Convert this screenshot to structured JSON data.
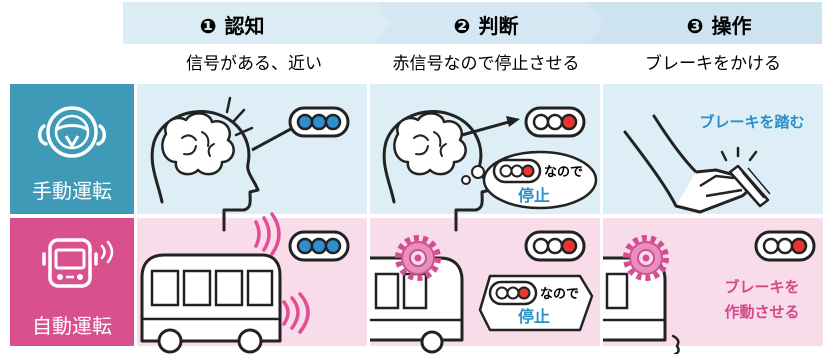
{
  "steps": [
    {
      "num": "❶",
      "label": "認知",
      "desc": "信号がある、近い"
    },
    {
      "num": "❷",
      "label": "判断",
      "desc": "赤信号なので停止させる"
    },
    {
      "num": "❸",
      "label": "操作",
      "desc": "ブレーキをかける"
    }
  ],
  "rows": {
    "manual": {
      "label": "手動運転",
      "brake_text": "ブレーキを踏む"
    },
    "auto": {
      "label": "自動運転",
      "brake_line1": "ブレーキを",
      "brake_line2": "作動させる"
    }
  },
  "bubble": {
    "suffix": "なので",
    "action": "停止"
  },
  "colors": {
    "teal": "#3f9ab8",
    "teal_bg": "#ddeef6",
    "pink": "#d9508e",
    "pink_bg": "#f8dcea",
    "arrow_bg": "#dcecf5",
    "blue_light": "#2e8fd0",
    "red_light": "#e8372c",
    "text_blue": "#2a8fc8",
    "text_pink": "#d4488a"
  },
  "icons": [
    "steering-wheel-icon",
    "bus-icon",
    "brain-head-icon",
    "traffic-light-icon",
    "pedal-foot-icon",
    "gear-icon",
    "signal-wave-icon"
  ]
}
